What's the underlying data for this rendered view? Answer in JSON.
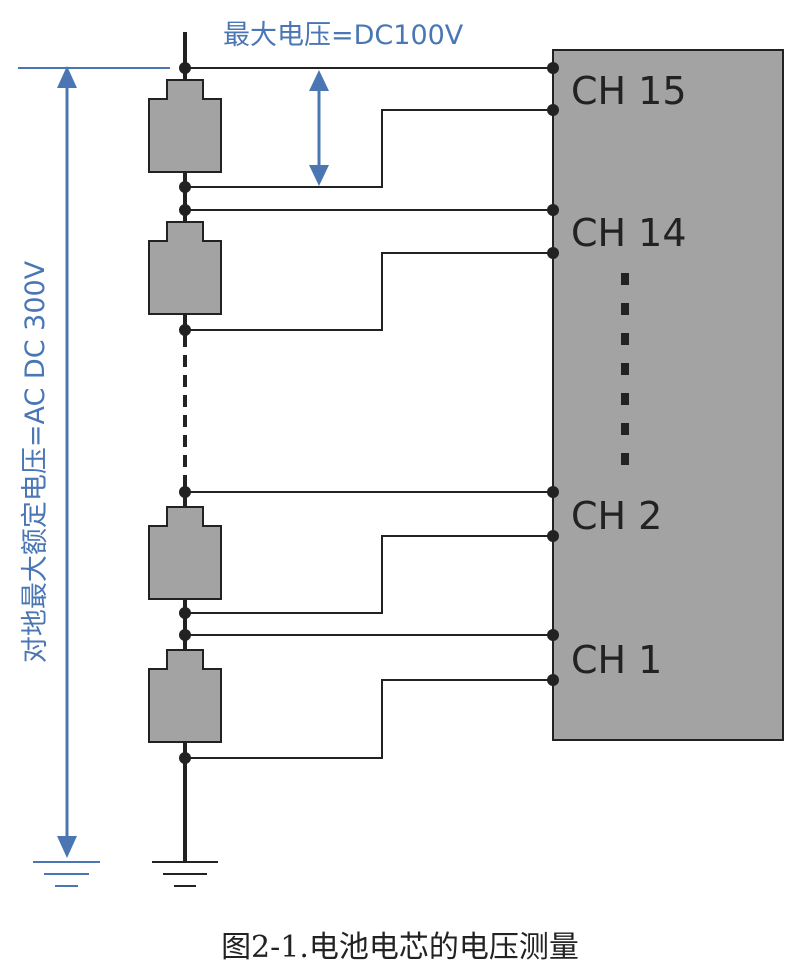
{
  "diagram": {
    "max_voltage_label": "最大电压=DC100V",
    "ground_rating_label": "对地最大额定电压=AC DC 300V",
    "channels": [
      "CH 15",
      "CH 14",
      "CH 2",
      "CH 1"
    ],
    "colors": {
      "wire": "#222222",
      "cell_fill": "#a3a3a3",
      "instrument_fill": "#a3a3a3",
      "accent_blue": "#4a77b4"
    }
  },
  "caption": "图2-1.电池电芯的电压测量"
}
